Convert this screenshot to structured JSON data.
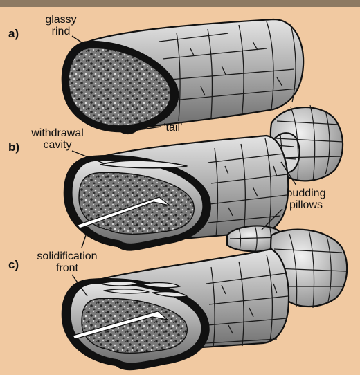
{
  "figure": {
    "colors": {
      "background": "#f1c9a1",
      "outline": "#111111",
      "rind": "#8a8a8a",
      "rind_light": "#d4d4d4",
      "core_dark": "#4a4a4a",
      "core_light": "#b3b3b3",
      "arrow": "#ffffff"
    },
    "panels": [
      {
        "id": "a",
        "label": "a)"
      },
      {
        "id": "b",
        "label": "b)"
      },
      {
        "id": "c",
        "label": "c)"
      }
    ],
    "labels": {
      "glassy_rind": [
        "glassy",
        "rind"
      ],
      "tail": "‘tail’",
      "withdrawal_cavity": [
        "withdrawal",
        "cavity"
      ],
      "budding_pillows": [
        "budding",
        "pillows"
      ],
      "solidification_front": [
        "solidification",
        "front"
      ]
    }
  }
}
